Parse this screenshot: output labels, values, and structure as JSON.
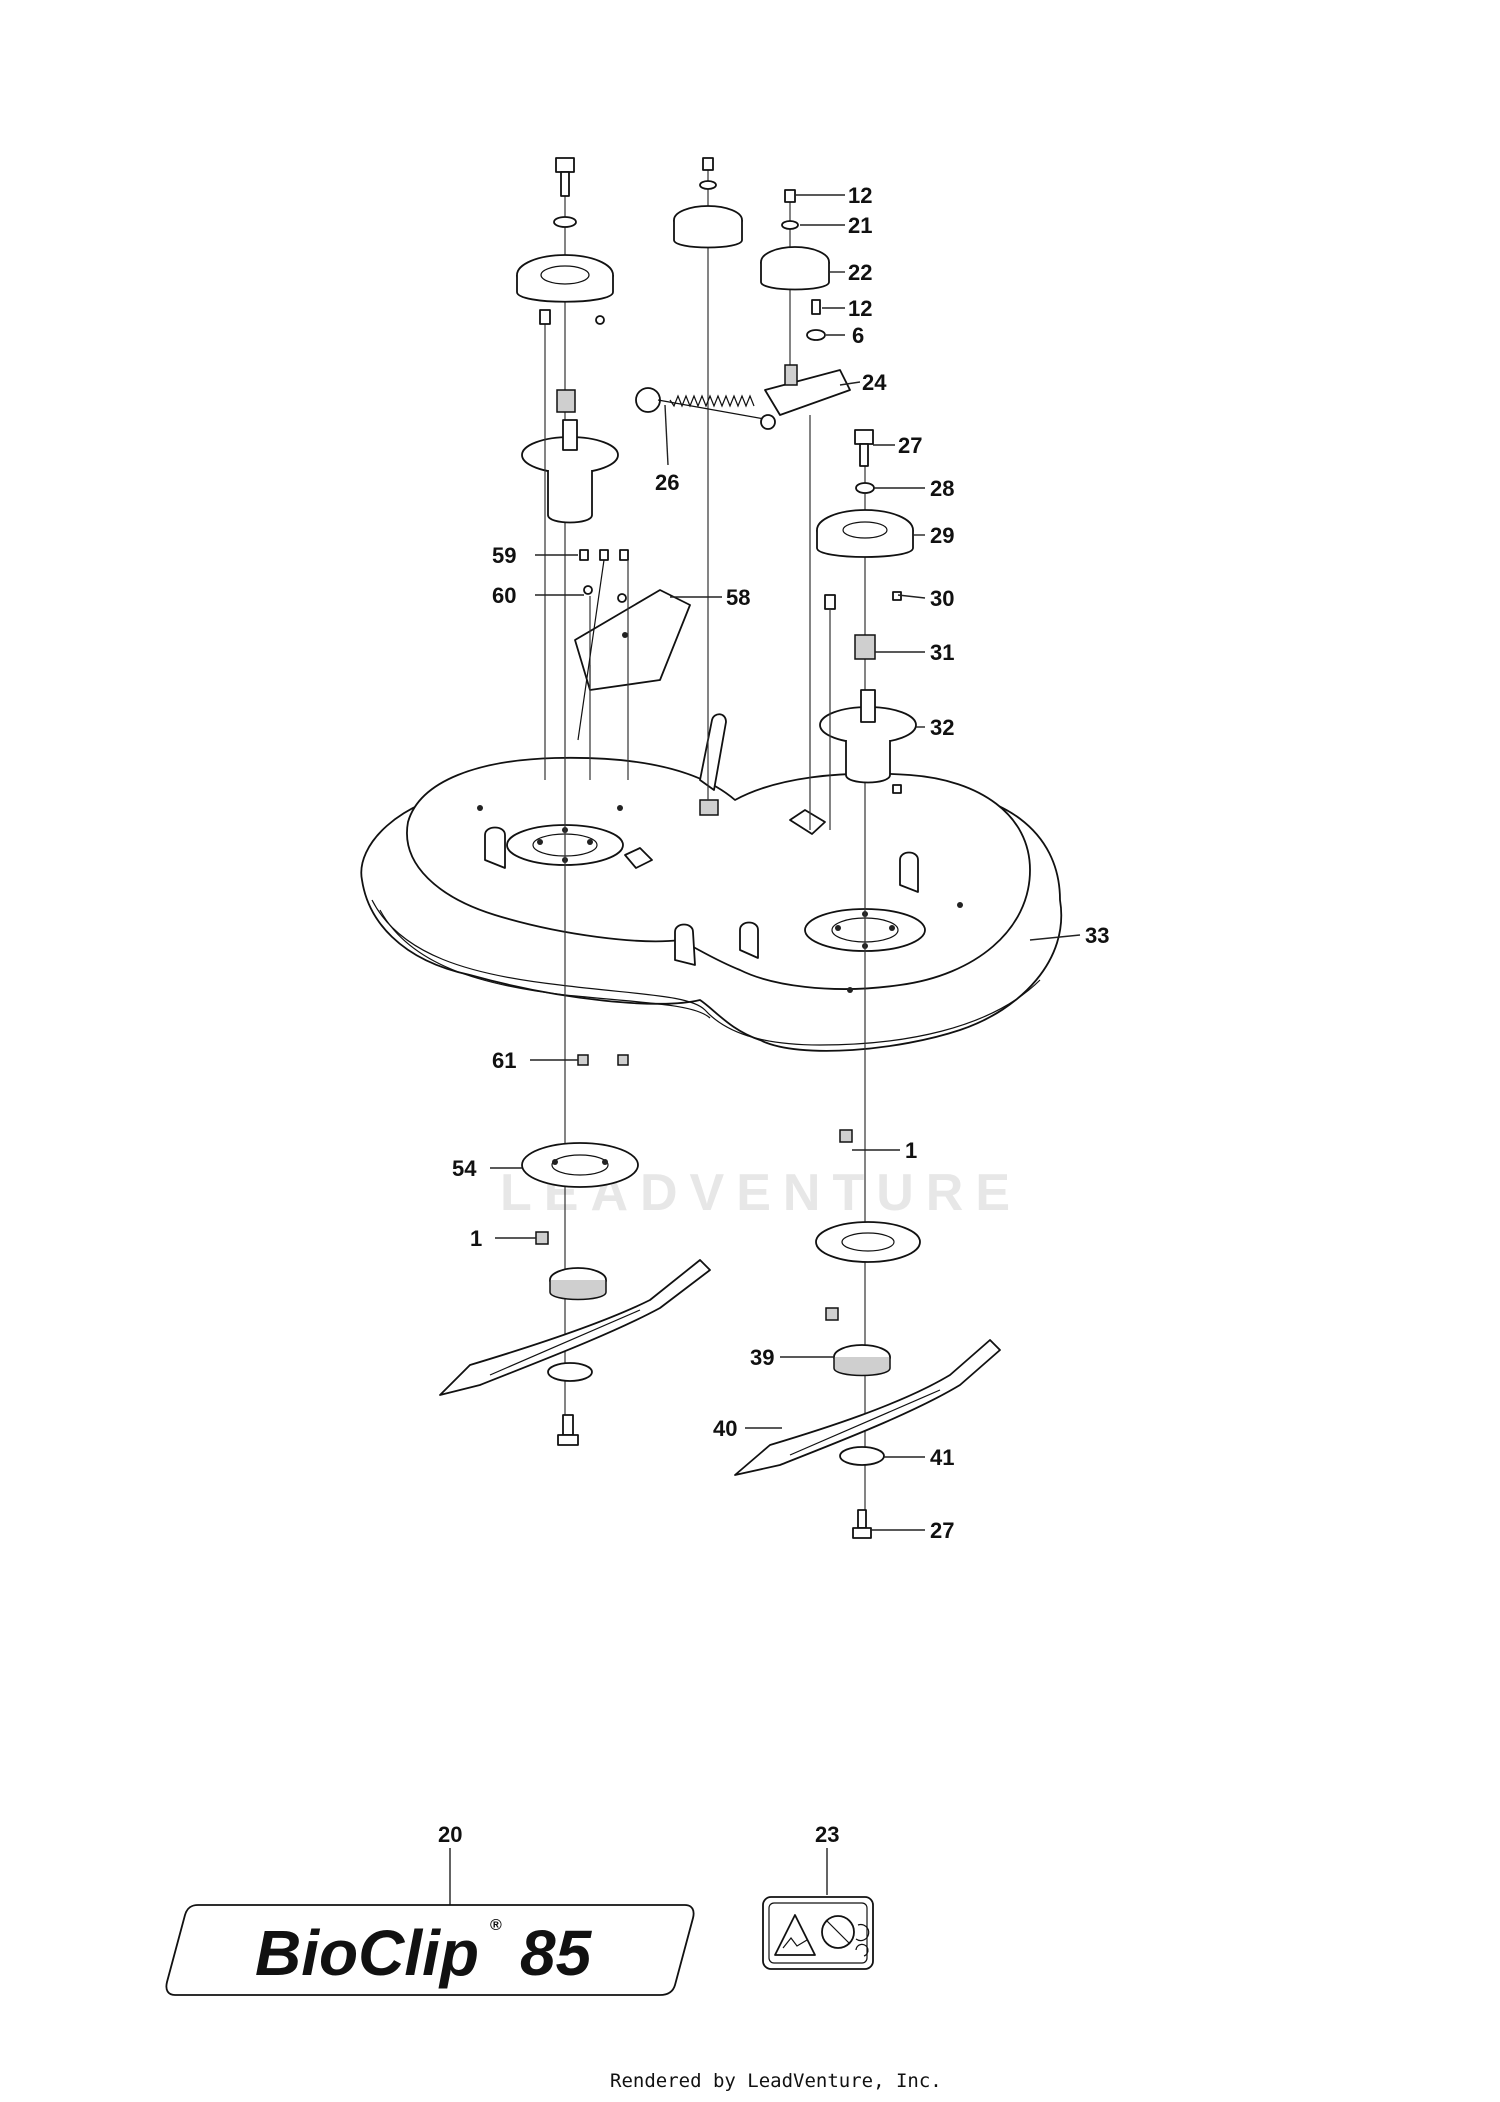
{
  "watermark": "LEADVENTURE",
  "decal_20": {
    "brand": "BioClip",
    "model": "85"
  },
  "footer": "Rendered by LeadVenture, Inc.",
  "callouts": [
    {
      "id": "c12a",
      "label": "12"
    },
    {
      "id": "c21",
      "label": "21"
    },
    {
      "id": "c22",
      "label": "22"
    },
    {
      "id": "c12b",
      "label": "12"
    },
    {
      "id": "c6",
      "label": "6"
    },
    {
      "id": "c24",
      "label": "24"
    },
    {
      "id": "c26",
      "label": "26"
    },
    {
      "id": "c27a",
      "label": "27"
    },
    {
      "id": "c28",
      "label": "28"
    },
    {
      "id": "c29",
      "label": "29"
    },
    {
      "id": "c59",
      "label": "59"
    },
    {
      "id": "c60",
      "label": "60"
    },
    {
      "id": "c58",
      "label": "58"
    },
    {
      "id": "c30",
      "label": "30"
    },
    {
      "id": "c31",
      "label": "31"
    },
    {
      "id": "c32",
      "label": "32"
    },
    {
      "id": "c33",
      "label": "33"
    },
    {
      "id": "c61",
      "label": "61"
    },
    {
      "id": "c1a",
      "label": "1"
    },
    {
      "id": "c54",
      "label": "54"
    },
    {
      "id": "c1b",
      "label": "1"
    },
    {
      "id": "c39",
      "label": "39"
    },
    {
      "id": "c40",
      "label": "40"
    },
    {
      "id": "c41",
      "label": "41"
    },
    {
      "id": "c27b",
      "label": "27"
    },
    {
      "id": "c20",
      "label": "20"
    },
    {
      "id": "c23",
      "label": "23"
    }
  ]
}
